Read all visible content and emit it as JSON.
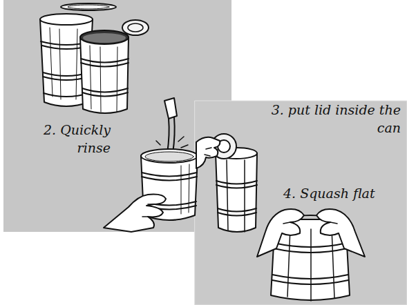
{
  "diagram": {
    "labels": [
      "2. Quickly rinse",
      "3. put lid inside the can",
      "4. Squash flat"
    ]
  }
}
